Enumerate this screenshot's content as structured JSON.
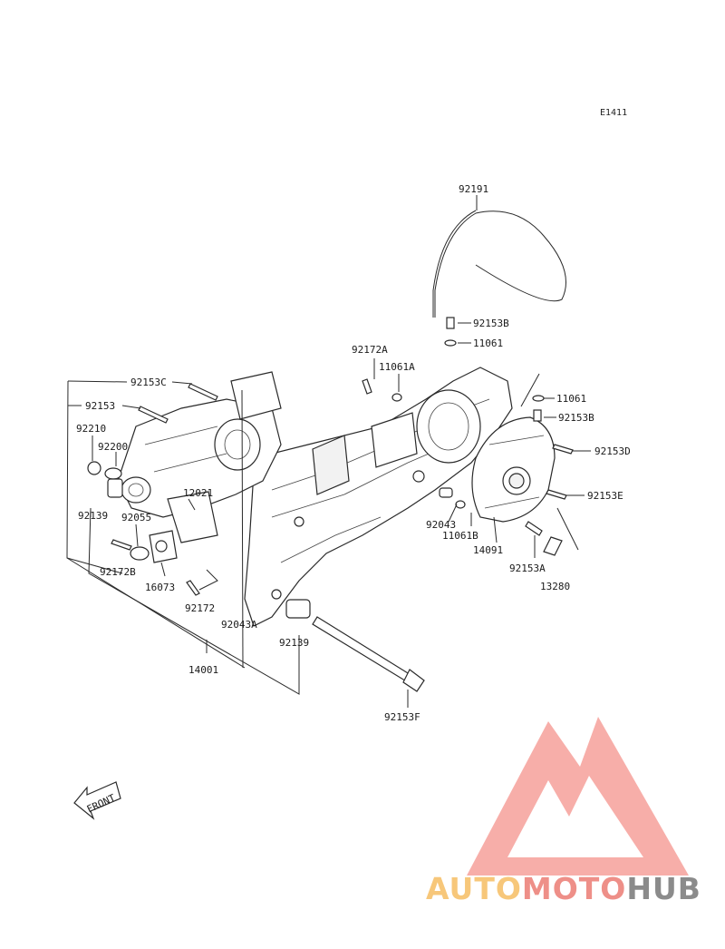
{
  "diagram_code": "E1411",
  "labels": {
    "l92191": "92191",
    "l92153B": "92153B",
    "l11061a": "11061",
    "l92172A": "92172A",
    "l11061A": "11061A",
    "l92153C": "92153C",
    "l92153": "92153",
    "l11061b": "11061",
    "l92153B2": "92153B",
    "l92210": "92210",
    "l92200": "92200",
    "l92153D": "92153D",
    "l92153E": "92153E",
    "l12021": "12021",
    "l92139a": "92139",
    "l92055": "92055",
    "l92043": "92043",
    "l11061B": "11061B",
    "l14091": "14091",
    "l92172B": "92172B",
    "l16073": "16073",
    "l92153A": "92153A",
    "l13280": "13280",
    "l92172": "92172",
    "l92043A": "92043A",
    "l92139b": "92139",
    "l14001": "14001",
    "l92153F": "92153F"
  },
  "front_arrow": "FRONT",
  "watermark": {
    "part1": "AUTO",
    "part2": "MOTO",
    "part3": "HUB",
    "color_triangle": "#f08a84",
    "color_auto": "#f7c77a",
    "color_moto": "#ee8f88",
    "color_hub": "#8b8b8b"
  }
}
